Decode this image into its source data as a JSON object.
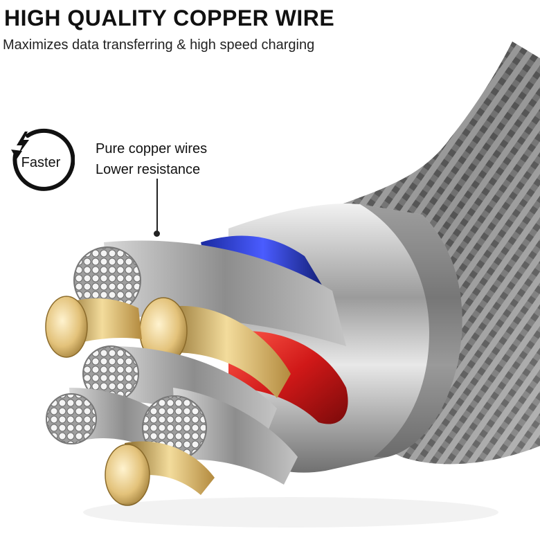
{
  "headline": "HIGH QUALITY COPPER WIRE",
  "subheadline": "Maximizes data transferring & high speed charging",
  "badge": {
    "label": "Faster",
    "icon": "lightning-bolt-icon"
  },
  "callout": {
    "line1": "Pure copper wires",
    "line2": "Lower resistance"
  },
  "colors": {
    "braid": "#8c8c8c",
    "sleeve": "#c9c9c9",
    "strand": "#e6e6e6",
    "copper": "#d9b76a",
    "red_wire": "#d81e1e",
    "blue_wire": "#2133b8",
    "text": "#111111"
  }
}
